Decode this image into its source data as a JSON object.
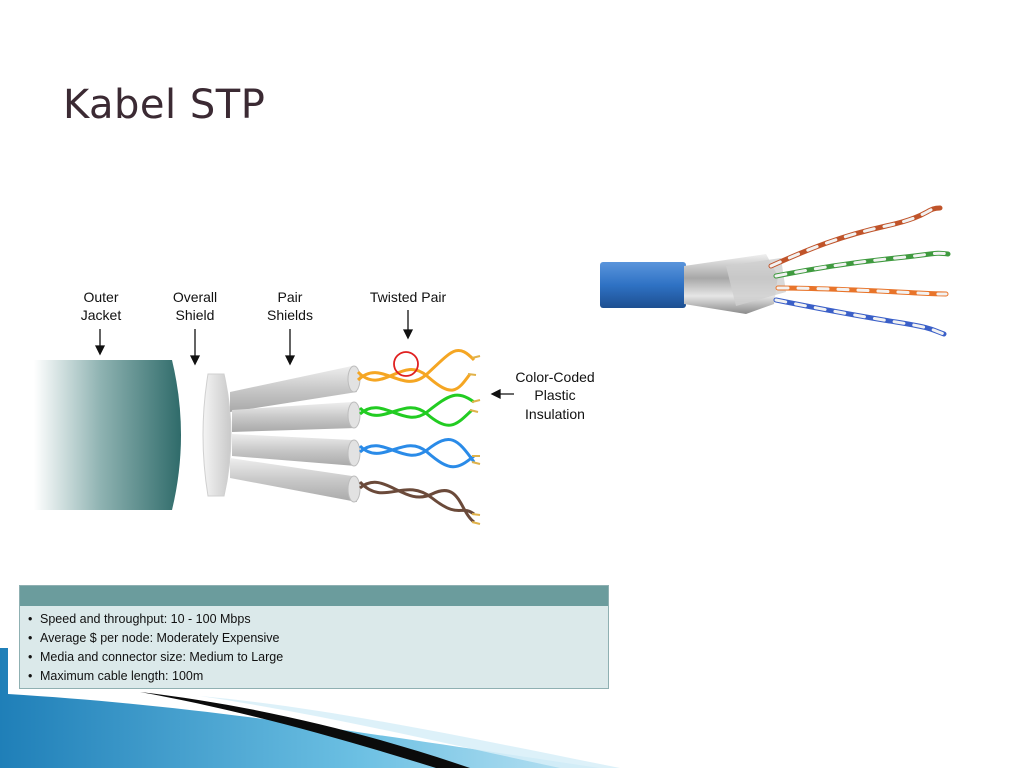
{
  "slide": {
    "title": "Kabel STP"
  },
  "diagram": {
    "labels": {
      "outer_jacket": [
        "Outer",
        "Jacket"
      ],
      "overall_shield": [
        "Overall",
        "Shield"
      ],
      "pair_shields": [
        "Pair",
        "Shields"
      ],
      "twisted_pair": "Twisted Pair",
      "insulation": [
        "Color-Coded",
        "Plastic",
        "Insulation"
      ]
    },
    "pair_colors": [
      "#f5a623",
      "#22cc22",
      "#2a8be8",
      "#6b4a3a"
    ]
  },
  "photo": {
    "jacket_color": "#2f72c4",
    "pair_colors": [
      "#c0542a",
      "#3f9a3f",
      "#e8742a",
      "#3a5fc8"
    ]
  },
  "info": {
    "items": [
      "Speed and throughput:  10 - 100 Mbps",
      "Average $ per node:  Moderately Expensive",
      "Media and connector size:  Medium to Large",
      "Maximum cable length:  100m"
    ]
  }
}
